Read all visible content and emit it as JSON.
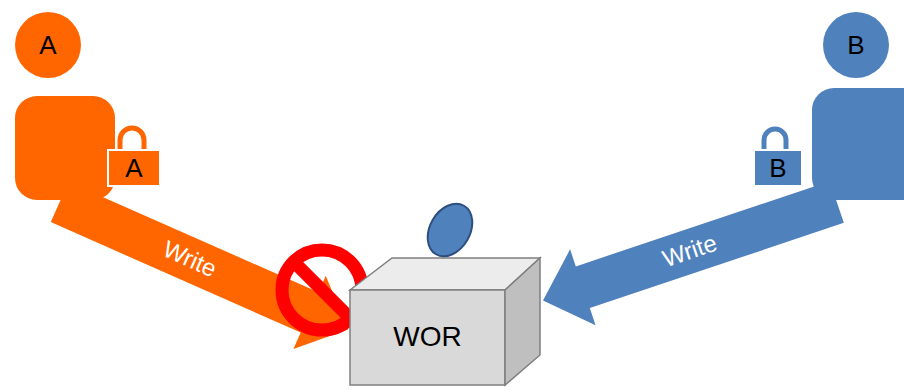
{
  "diagram": {
    "nodes": [
      {
        "text": [
          "A"
        ]
      },
      {
        "text": [
          "A"
        ]
      },
      {
        "text": [
          "B"
        ]
      },
      {
        "text": [
          "B"
        ]
      },
      {
        "text": [
          "WOR"
        ]
      }
    ],
    "edges": [
      {
        "from": 0,
        "to": 4,
        "label": "Write",
        "arrow": "to"
      },
      {
        "from": 2,
        "to": 4,
        "label": "Write",
        "arrow": "to"
      }
    ]
  }
}
